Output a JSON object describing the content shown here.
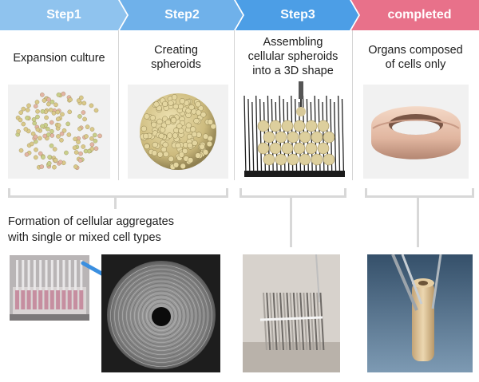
{
  "steps": [
    {
      "label": "Step1",
      "description": "Expansion culture",
      "color": "#8fc3ee"
    },
    {
      "label": "Step2",
      "description": "Creating\nspheroids",
      "color": "#6fb1ea"
    },
    {
      "label": "Step3",
      "description": "Assembling\ncellular spheroids\ninto a 3D shape",
      "color": "#4c9ee6"
    },
    {
      "label": "completed",
      "description": "Organs composed\nof cells only",
      "color": "#e8718a"
    }
  ],
  "aggregate_caption": "Formation of cellular aggregates\nwith single or mixed cell types",
  "icons": [
    "scattered-cells-icon",
    "spheroid-icon",
    "needle-array-icon",
    "torus-organ-icon"
  ],
  "colors": {
    "divider": "#d4d4d4",
    "bracket": "#d8d8d8",
    "arrow": "#3a8fe0"
  }
}
